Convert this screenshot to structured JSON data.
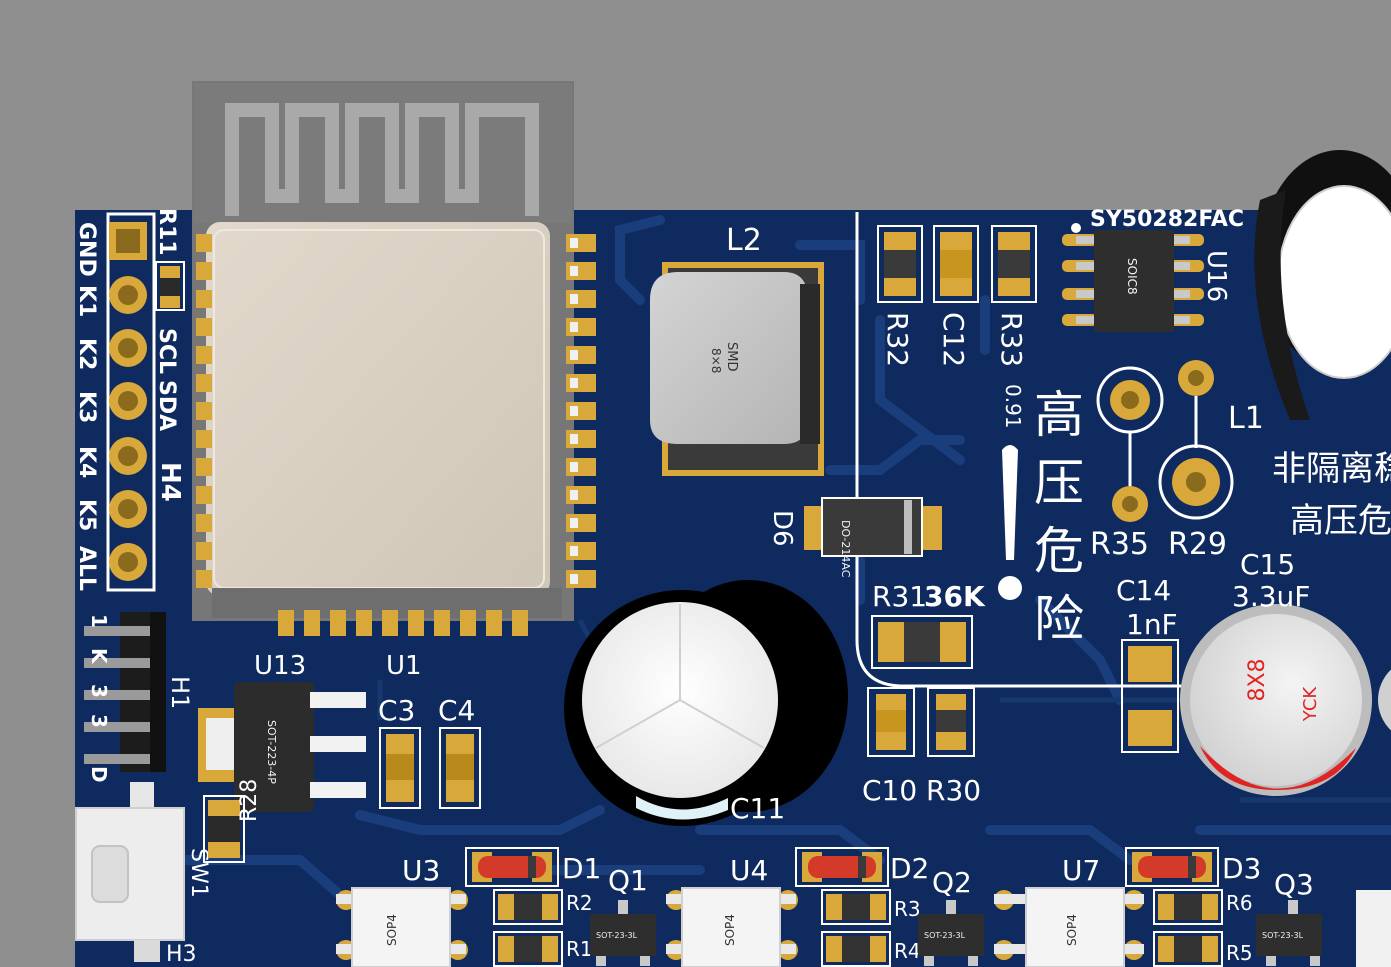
{
  "silkscreen": {
    "header_h4_pins": [
      "GND",
      "K1",
      "K2",
      "K3",
      "K4",
      "K5",
      "ALL"
    ],
    "r11": "R11",
    "scl": "SCL",
    "sda": "SDA",
    "h4": "H4",
    "h1": "H1",
    "h1_partial": [
      "1",
      "K",
      "3",
      "3",
      "D"
    ],
    "u13": "U13",
    "u1": "U1",
    "c3": "C3",
    "c4": "C4",
    "r28": "R28",
    "sw1": "SW1",
    "h3": "H3",
    "l2": "L2",
    "d6": "D6",
    "c11": "C11",
    "r32": "R32",
    "c12": "C12",
    "r33": "R33",
    "r33_value": "0.91",
    "sy_chip": "SY50282FAC",
    "u16": "U16",
    "l1": "L1",
    "r35": "R35",
    "r29": "R29",
    "r31": "R31",
    "r31_value": "36K",
    "c14": "C14",
    "c14_value": "1nF",
    "c15": "C15",
    "c15_value": "3.3uF",
    "c10": "C10",
    "r30": "R30",
    "warn_chars": [
      "高",
      "压",
      "危",
      "险"
    ],
    "right_line1": "非隔离稳",
    "right_line2": "高压危",
    "u3": "U3",
    "d1": "D1",
    "q1": "Q1",
    "r2": "R2",
    "r1": "R1",
    "u4": "U4",
    "d2": "D2",
    "q2": "Q2",
    "r3": "R3",
    "r4": "R4",
    "u7": "U7",
    "d3": "D3",
    "q3": "Q3",
    "r6": "R6",
    "r5": "R5"
  },
  "package_marks": {
    "l2_smd": "SMD",
    "l2_size": "8×8",
    "d6_pkg": "DO-214AC",
    "u13_pkg": "SOT-223-4P",
    "u16_pkg": "SOIC8",
    "c15_size": "8X8",
    "c15_brand": "YCK",
    "sop4": "SOP4",
    "sot23": "SOT-23-3L"
  },
  "colors": {
    "background": "#8f8f8f",
    "board": "#0f2a5e",
    "copper_trace": "#1a3d7c",
    "gold_pad": "#d8a93a",
    "silkscreen": "#ffffff"
  }
}
